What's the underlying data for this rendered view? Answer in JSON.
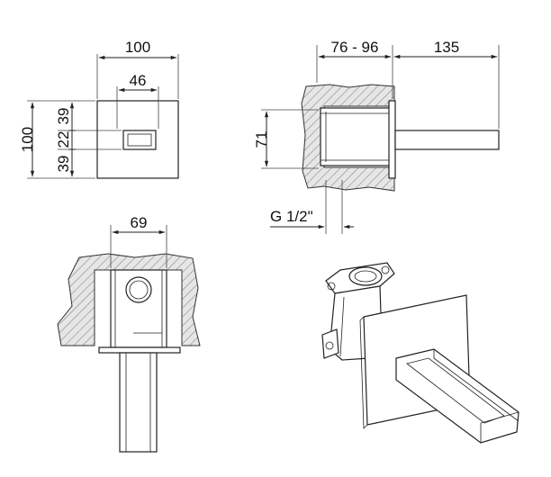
{
  "front_view": {
    "width": "100",
    "inner_width": "46",
    "height": "100",
    "segment_top": "39",
    "segment_mid": "22",
    "segment_bottom": "39"
  },
  "side_view": {
    "depth_range": "76 - 96",
    "spout_length": "135",
    "body_height": "71",
    "thread": "G 1/2\""
  },
  "top_view": {
    "width": "69"
  },
  "colors": {
    "line": "#222222",
    "hatch": "#9a9a9a",
    "wall_fill": "#e4e4e4"
  }
}
